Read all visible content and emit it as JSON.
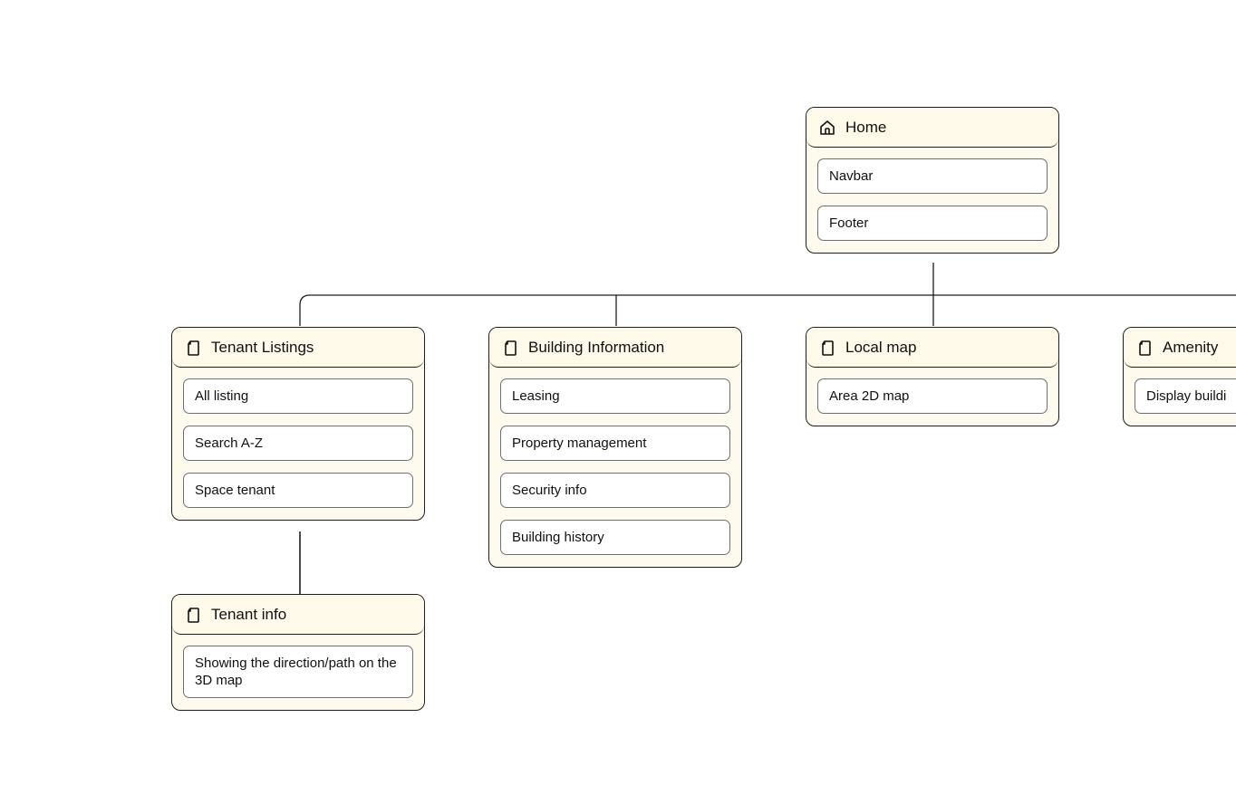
{
  "diagram": {
    "home": {
      "title": "Home",
      "icon": "home-icon",
      "items": [
        "Navbar",
        "Footer"
      ]
    },
    "tenant_listings": {
      "title": "Tenant Listings",
      "icon": "page-icon",
      "items": [
        "All listing",
        "Search A-Z",
        "Space tenant"
      ]
    },
    "building_information": {
      "title": "Building Information",
      "icon": "page-icon",
      "items": [
        "Leasing",
        "Property management",
        "Security info",
        "Building history"
      ]
    },
    "local_map": {
      "title": "Local map",
      "icon": "page-icon",
      "items": [
        "Area 2D map"
      ]
    },
    "amenity": {
      "title": "Amenity",
      "icon": "page-icon",
      "items": [
        "Display buildi"
      ]
    },
    "tenant_info": {
      "title": "Tenant info",
      "icon": "page-icon",
      "items": [
        "Showing the direction/path on the 3D map"
      ]
    }
  },
  "colors": {
    "node_fill": "#fffaee",
    "node_border": "#1d1d1d",
    "item_fill": "#ffffff",
    "connector": "#1d1d1d"
  }
}
